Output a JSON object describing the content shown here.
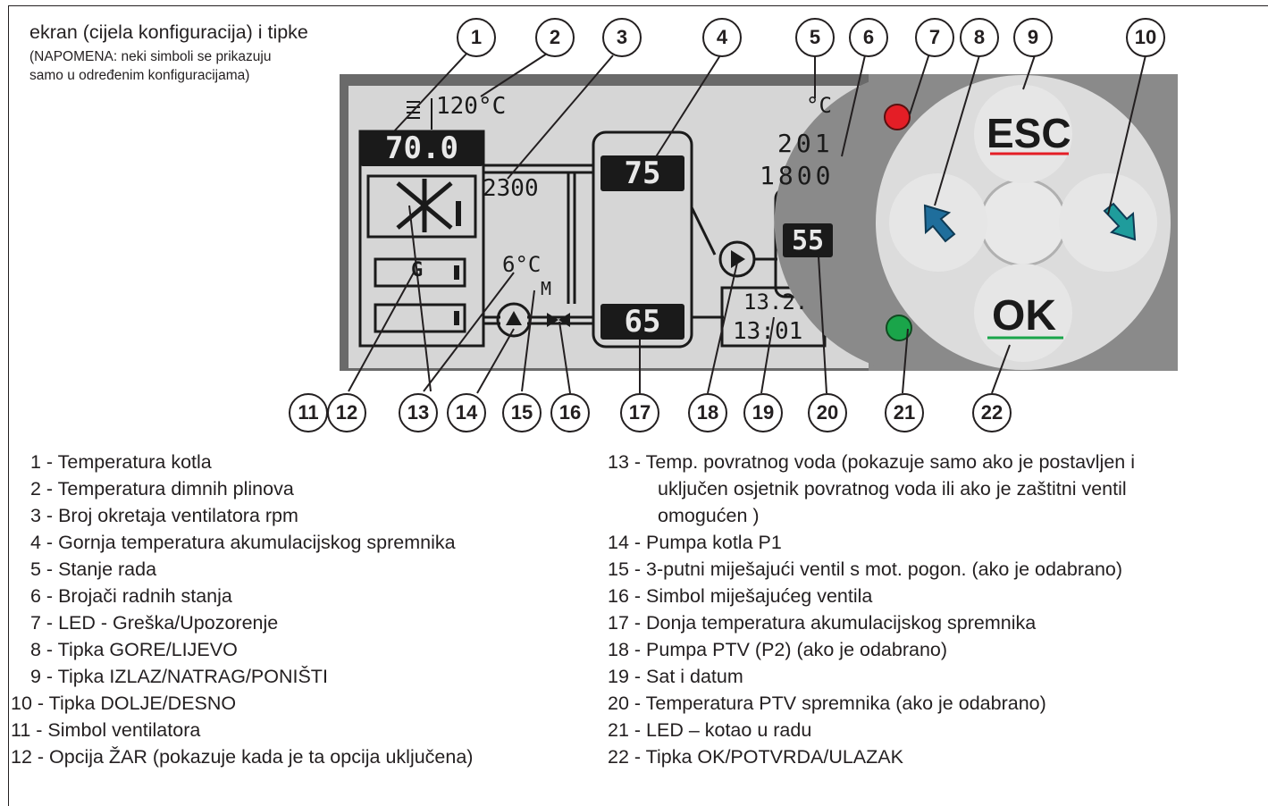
{
  "header": {
    "title": "ekran (cijela konfiguracija) i tipke",
    "note_line1": "(NAPOMENA: neki simboli se prikazuju",
    "note_line2": "samo u određenim konfiguracijama)"
  },
  "display": {
    "boiler_temp": "70.0",
    "flue_gas_temp": "120°C",
    "fan_rpm": "2300",
    "tank_top_temp": "75",
    "tank_bottom_temp": "65",
    "dhw_temp": "55",
    "status_unit": "°C",
    "counter_1": "201",
    "counter_2": "1800",
    "return_temp": "6°C",
    "ember_label": "G",
    "mixer_label": "M",
    "date": "13.2.",
    "time": "13:01"
  },
  "keys": {
    "esc": "ESC",
    "ok": "OK"
  },
  "colors": {
    "led_error": "#e41e26",
    "led_run": "#1aa54a",
    "arrow": "#1f6e9c",
    "esc_underline": "#e41e26",
    "ok_underline": "#1aa54a"
  },
  "callouts": [
    "1",
    "2",
    "3",
    "4",
    "5",
    "6",
    "7",
    "8",
    "9",
    "10",
    "11",
    "12",
    "13",
    "14",
    "15",
    "16",
    "17",
    "18",
    "19",
    "20",
    "21",
    "22"
  ],
  "legend_left": [
    "1 - Temperatura kotla",
    "2 - Temperatura dimnih plinova",
    "3 - Broj okretaja ventilatora rpm",
    "4 - Gornja temperatura akumulacijskog spremnika",
    "5 - Stanje rada",
    "6 - Brojači radnih stanja",
    "7 - LED - Greška/Upozorenje",
    "8 - Tipka GORE/LIJEVO",
    "9 - Tipka IZLAZ/NATRAG/PONIŠTI",
    "10 - Tipka DOLJE/DESNO",
    "11 - Simbol ventilatora",
    "12 - Opcija ŽAR (pokazuje kada je ta opcija uključena)"
  ],
  "legend_right": [
    "13 - Temp. povratnog voda (pokazuje samo ako je postavljen i",
    "uključen osjetnik povratnog voda ili ako je zaštitni ventil",
    "omogućen )",
    "14 - Pumpa kotla P1",
    "15 - 3-putni miješajući ventil s mot. pogon. (ako je odabrano)",
    "16 - Simbol miješajućeg ventila",
    "17 - Donja temperatura akumulacijskog spremnika",
    "18 - Pumpa PTV (P2) (ako je odabrano)",
    "19 - Sat i datum",
    "20 - Temperatura PTV spremnika (ako je odabrano)",
    "21 - LED – kotao u radu",
    "22 - Tipka OK/POTVRDA/ULAZAK"
  ]
}
